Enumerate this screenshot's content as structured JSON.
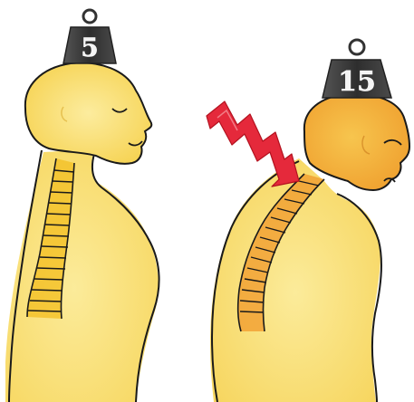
{
  "left_figure": {
    "weight_label": "5",
    "expression": "smiling",
    "posture": "upright"
  },
  "right_figure": {
    "weight_label": "15",
    "expression": "strained",
    "posture": "head-forward"
  },
  "colors": {
    "outline": "#1a1a1a",
    "body_fill": "#f9d95a",
    "body_fill_light": "#fbe88a",
    "spine_left": "#f2bf1f",
    "spine_right": "#ef9a2a",
    "head_right": "#f4b43c",
    "weight": "#3a3a3a",
    "arrow": "#e0283a"
  },
  "icons": [
    "weight-icon",
    "pain-arrow-icon",
    "spine-icon"
  ]
}
